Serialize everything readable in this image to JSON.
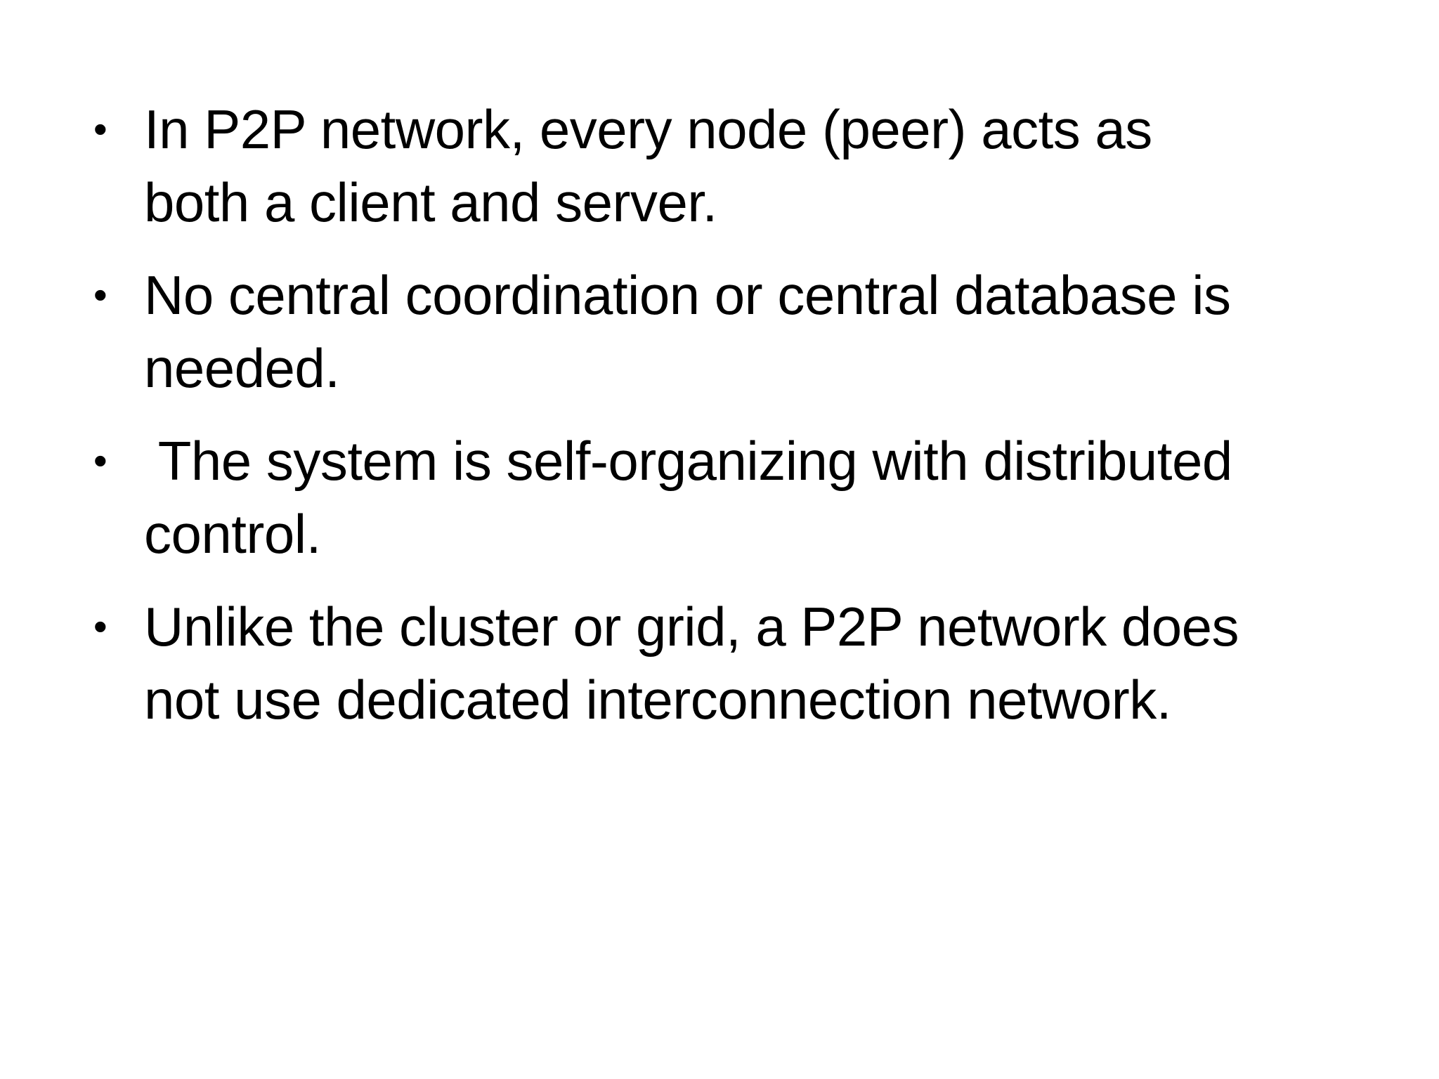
{
  "slide": {
    "background_color": "#ffffff",
    "text_color": "#000000",
    "bullet_glyph": "•",
    "bullets": [
      {
        "lines": [
          "In P2P network, every node (peer) acts as",
          "both a client and server."
        ]
      },
      {
        "lines": [
          "No central coordination or central database is",
          "needed."
        ]
      },
      {
        "lines": [
          " The system is self-organizing with distributed",
          "control."
        ]
      },
      {
        "lines": [
          "Unlike the cluster or grid, a P2P network does",
          "not use dedicated interconnection network."
        ]
      }
    ]
  }
}
